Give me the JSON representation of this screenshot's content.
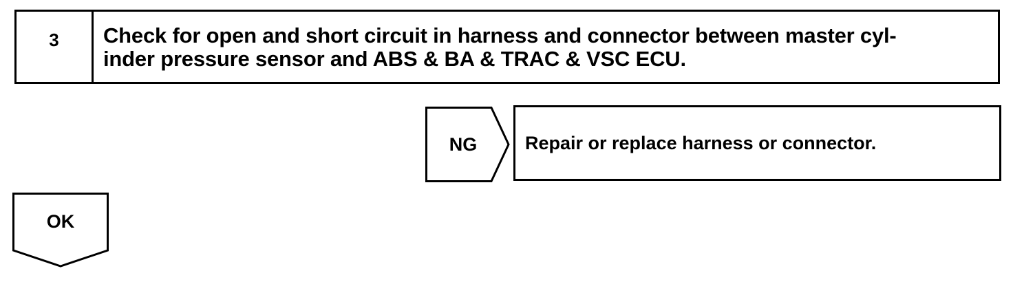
{
  "step": {
    "number": "3",
    "text": "Check for open and short circuit in harness and connector between master cyl-\ninder pressure sensor and ABS & BA & TRAC & VSC ECU."
  },
  "ng_branch": {
    "label": "NG",
    "action": "Repair or replace harness or connector."
  },
  "ok_branch": {
    "label": "OK"
  }
}
